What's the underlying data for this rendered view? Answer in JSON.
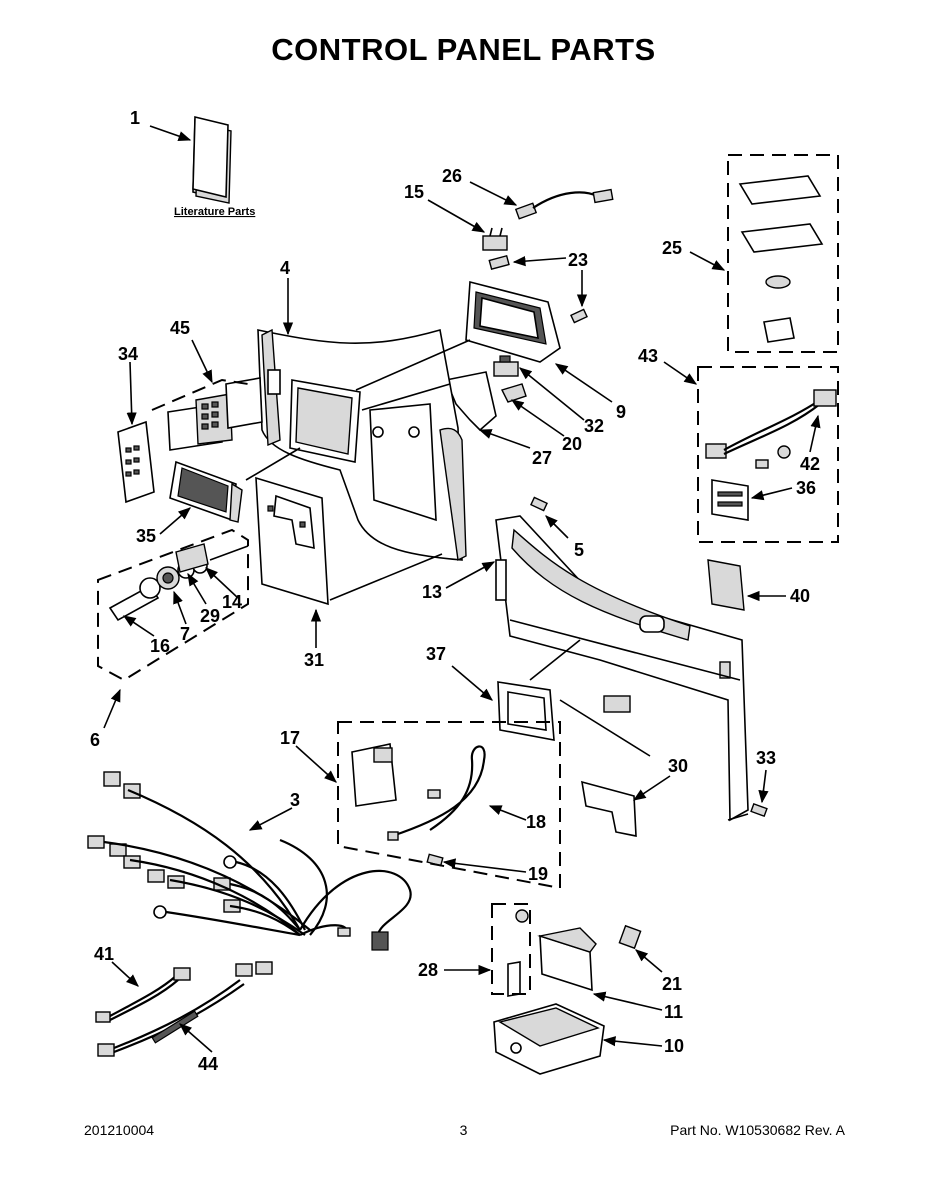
{
  "page": {
    "title": "CONTROL PANEL PARTS",
    "footer": {
      "left": "201210004",
      "center": "3",
      "right": "Part No.  W10530682  Rev.  A"
    }
  },
  "diagram": {
    "literature_label": "Literature Parts",
    "callouts": {
      "c1": "1",
      "c3": "3",
      "c4": "4",
      "c5": "5",
      "c6": "6",
      "c7": "7",
      "c9": "9",
      "c10": "10",
      "c11": "11",
      "c13": "13",
      "c14": "14",
      "c15": "15",
      "c16": "16",
      "c17": "17",
      "c18": "18",
      "c19": "19",
      "c20": "20",
      "c21": "21",
      "c23": "23",
      "c25": "25",
      "c26": "26",
      "c27": "27",
      "c28": "28",
      "c29": "29",
      "c30": "30",
      "c31": "31",
      "c32": "32",
      "c33": "33",
      "c34": "34",
      "c35": "35",
      "c36": "36",
      "c37": "37",
      "c40": "40",
      "c41": "41",
      "c42": "42",
      "c43": "43",
      "c44": "44",
      "c45": "45"
    }
  }
}
